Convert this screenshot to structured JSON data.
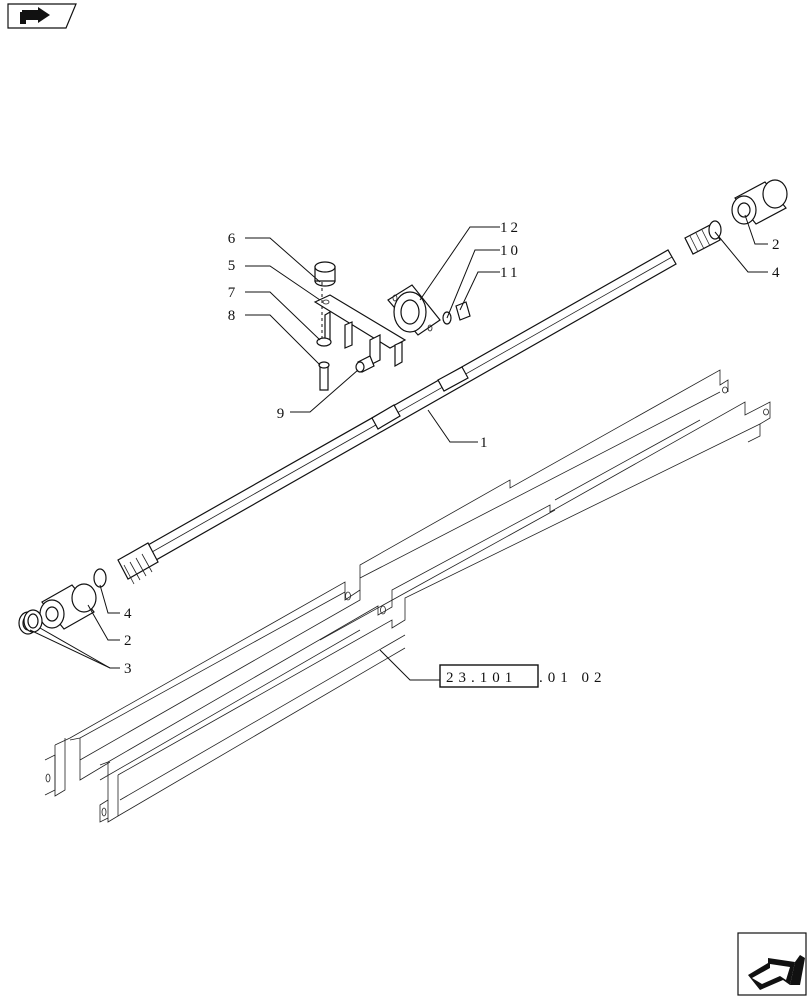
{
  "nav": {
    "top_icon": "back-arrow-icon",
    "bottom_icon": "next-arrow-icon"
  },
  "callouts": {
    "c1": "1",
    "c2a": "2",
    "c2b": "2",
    "c3": "3",
    "c4a": "4",
    "c4b": "4",
    "c5": "5",
    "c6": "6",
    "c7": "7",
    "c8": "8",
    "c9": "9",
    "c10": "10",
    "c11": "11",
    "c12": "12"
  },
  "reference": {
    "boxed": "23.101",
    "suffix": ".01 02"
  }
}
